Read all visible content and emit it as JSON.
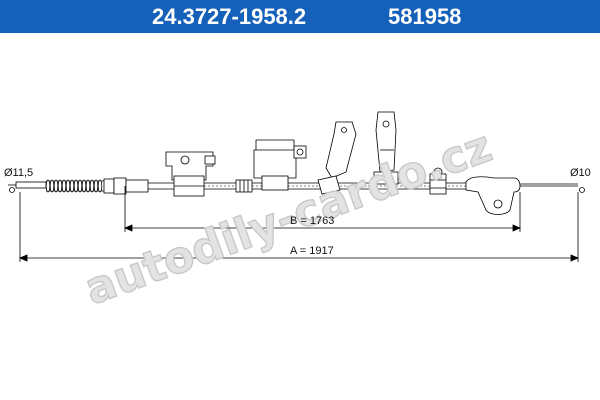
{
  "header": {
    "part_number": "24.3727-1958.2",
    "reference_number": "581958"
  },
  "dimensions": {
    "left_end_diameter": "Ø11,5",
    "right_end_diameter": "Ø10",
    "length_b": "B = 1763",
    "length_a": "A = 1917"
  },
  "watermark": {
    "text": "autodily-cardo.cz"
  },
  "colors": {
    "header_background": "#1560b9",
    "header_text": "#ffffff",
    "line": "#000000",
    "watermark": "#cfcfcf"
  }
}
